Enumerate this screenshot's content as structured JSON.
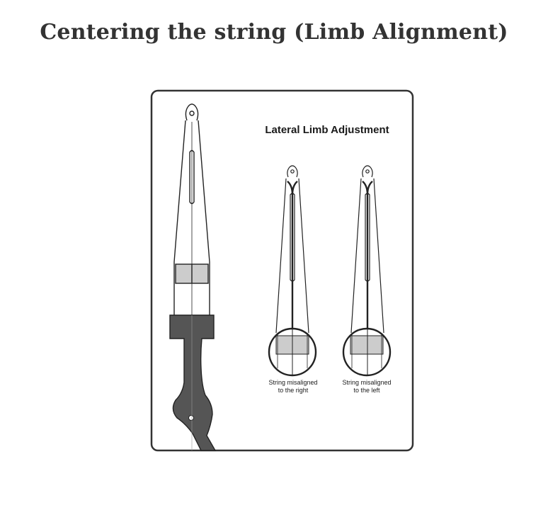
{
  "title": "Centering the string (Limb Alignment)",
  "diagram": {
    "heading": "Lateral Limb Adjustment",
    "panels": [
      {
        "caption_line1": "String misaligned",
        "caption_line2": "to the right"
      },
      {
        "caption_line1": "String misaligned",
        "caption_line2": "to the left"
      }
    ]
  },
  "colors": {
    "riser": "#555555",
    "pad": "#cccccc",
    "outline": "#222222"
  }
}
